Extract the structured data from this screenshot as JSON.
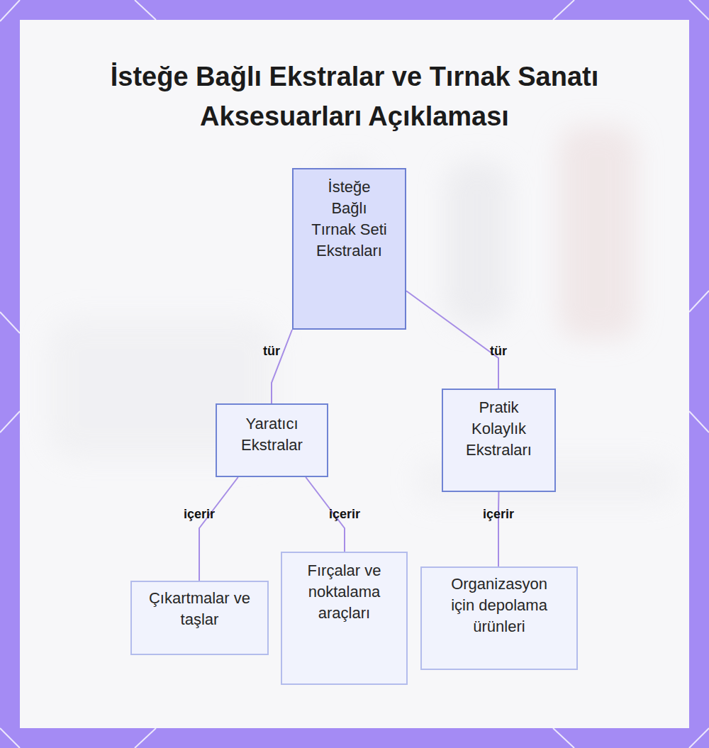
{
  "diagram": {
    "title": "İsteğe Bağlı Ekstralar ve Tırnak Sanatı Aksesuarları Açıklaması",
    "nodes": [
      {
        "text": [
          "İsteğe Bağlı Tırnak Seti Ekstraları"
        ]
      },
      {
        "text": [
          "Yaratıcı Ekstralar"
        ]
      },
      {
        "text": [
          "Pratik Kolaylık Ekstraları"
        ]
      },
      {
        "text": [
          "Çıkartmalar ve taşlar"
        ]
      },
      {
        "text": [
          "Fırçalar ve noktalama araçları"
        ]
      },
      {
        "text": [
          "Organizasyon için depolama ürünleri"
        ]
      }
    ],
    "edges": [
      {
        "from": 0,
        "to": 1,
        "label": "tür",
        "arrow": "none"
      },
      {
        "from": 0,
        "to": 2,
        "label": "tür",
        "arrow": "none"
      },
      {
        "from": 1,
        "to": 3,
        "label": "içerir",
        "arrow": "none"
      },
      {
        "from": 1,
        "to": 4,
        "label": "içerir",
        "arrow": "none"
      },
      {
        "from": 2,
        "to": 5,
        "label": "içerir",
        "arrow": "none"
      }
    ]
  }
}
